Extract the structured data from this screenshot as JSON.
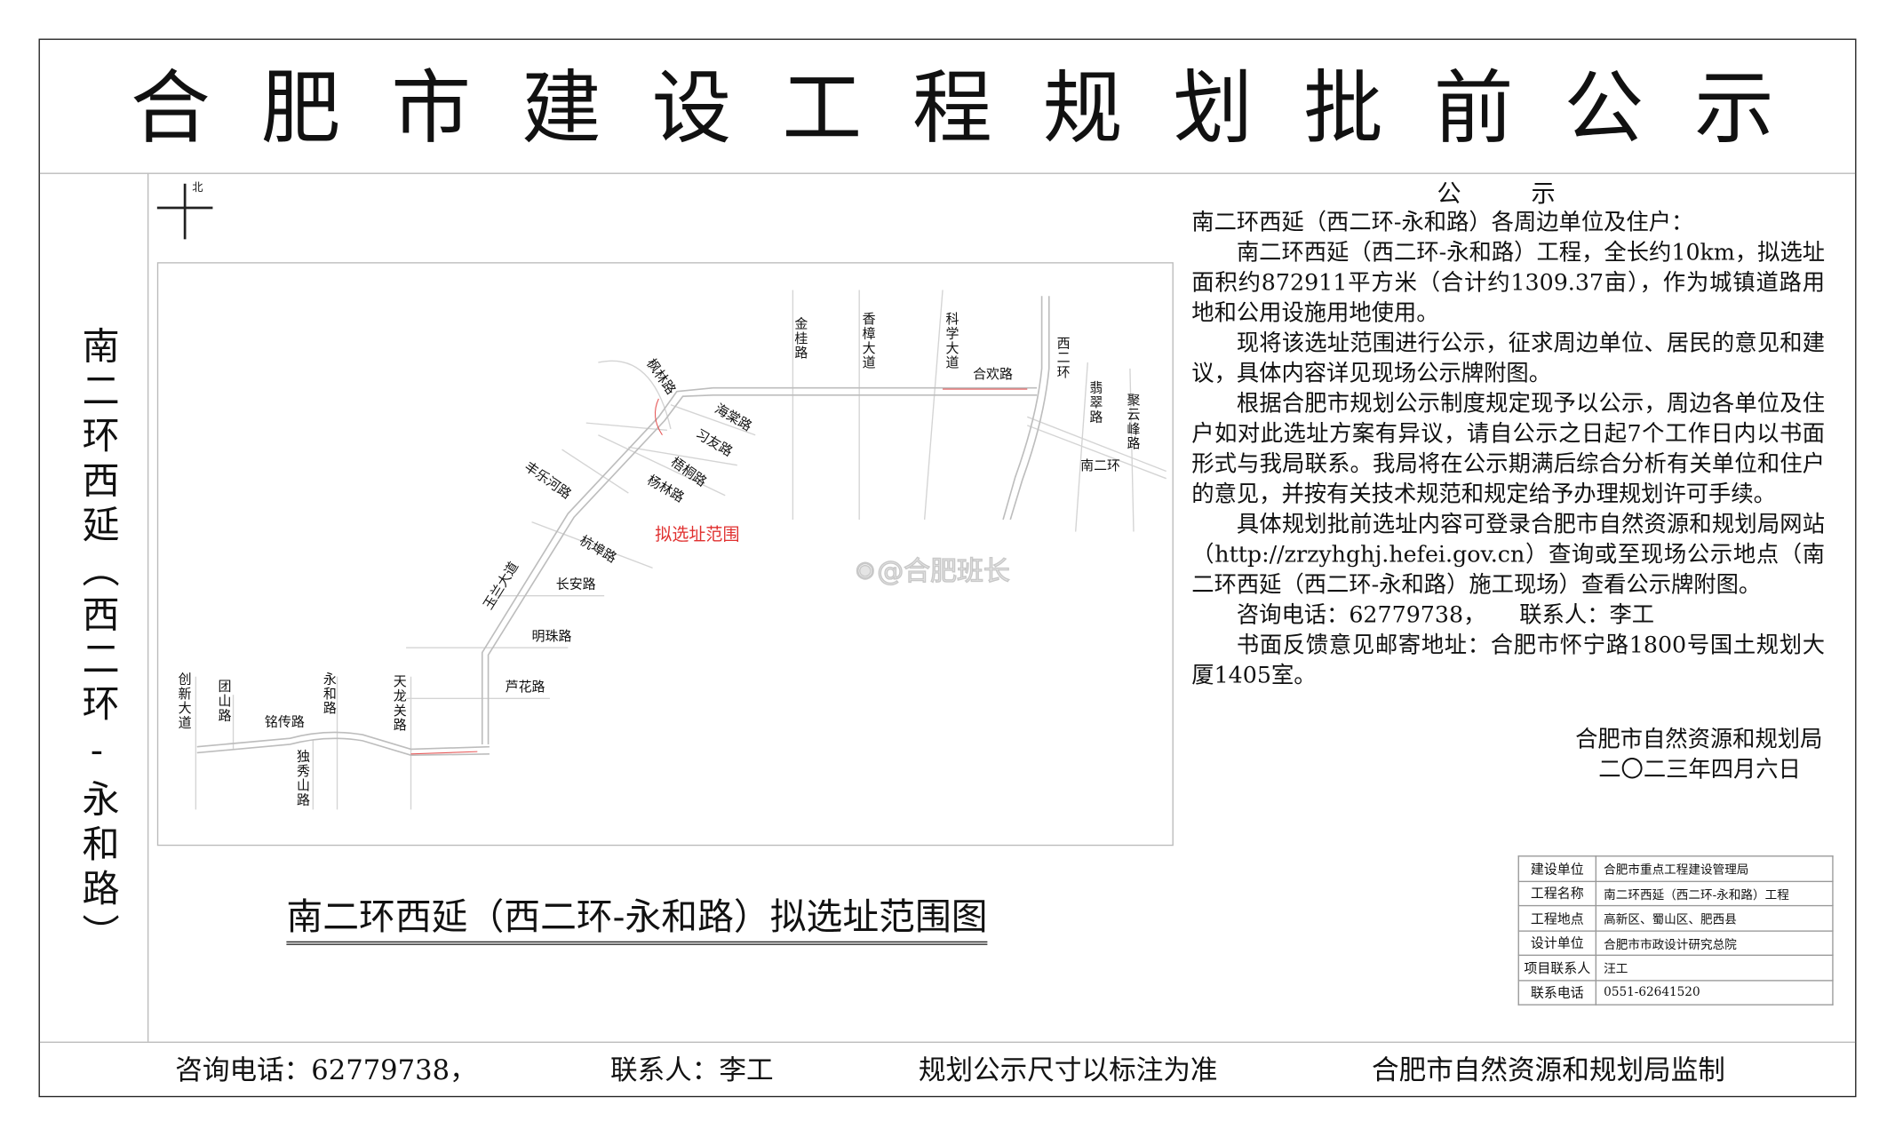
{
  "title_chars": [
    "合",
    "肥",
    "市",
    "建",
    "设",
    "工",
    "程",
    "规",
    "划",
    "批",
    "前",
    "公",
    "示"
  ],
  "side_title": "南二环西延（西二环-永和路）",
  "map": {
    "north_label": "北",
    "range_label": "拟选址范围",
    "caption": "南二环西延（西二环-永和路）拟选址范围图",
    "watermark": "@合肥班长",
    "road_labels": [
      "金桂路",
      "香樟大道",
      "科学大道",
      "合欢路",
      "西二环",
      "翡翠路",
      "聚云峰路",
      "南二环",
      "枫林路",
      "海棠路",
      "习友路",
      "梧桐路",
      "杨林路",
      "丰乐河路",
      "杭埠路",
      "玉兰大道",
      "长安路",
      "明珠路",
      "芦花路",
      "创新大道",
      "团山路",
      "永和路",
      "天龙关路",
      "铭传路",
      "独秀山路"
    ],
    "route_color": "#e0302f"
  },
  "notice": {
    "heading": "公示",
    "salutation": "南二环西延（西二环-永和路）各周边单位及住户：",
    "paragraphs": [
      "南二环西延（西二环-永和路）工程，全长约10km，拟选址面积约872911平方米（合计约1309.37亩），作为城镇道路用地和公用设施用地使用。",
      "现将该选址范围进行公示，征求周边单位、居民的意见和建议，具体内容详见现场公示牌附图。",
      "根据合肥市规划公示制度规定现予以公示，周边各单位及住户如对此选址方案有异议，请自公示之日起7个工作日内以书面形式与我局联系。我局将在公示期满后综合分析有关单位和住户的意见，并按有关技术规范和规定给予办理规划许可手续。",
      "具体规划批前选址内容可登录合肥市自然资源和规划局网站（http://zrzyhghj.hefei.gov.cn）查询或至现场公示地点（南二环西延（西二环-永和路）施工现场）查看公示牌附图。",
      "咨询电话：62779738，　　联系人：李工",
      "书面反馈意见邮寄地址：合肥市怀宁路1800号国土规划大厦1405室。"
    ],
    "signature_org": "合肥市自然资源和规划局",
    "signature_date": "二〇二三年四月六日"
  },
  "info_table": [
    {
      "label": "建设单位",
      "value": "合肥市重点工程建设管理局"
    },
    {
      "label": "工程名称",
      "value": "南二环西延（西二环-永和路）工程"
    },
    {
      "label": "工程地点",
      "value": "高新区、蜀山区、肥西县"
    },
    {
      "label": "设计单位",
      "value": "合肥市市政设计研究总院"
    },
    {
      "label": "项目联系人",
      "value": "汪工"
    },
    {
      "label": "联系电话",
      "value": "0551-62641520"
    }
  ],
  "footer": {
    "phone": "咨询电话：62779738，",
    "contact": "联系人：李工",
    "note": "规划公示尺寸以标注为准",
    "issuer": "合肥市自然资源和规划局监制"
  }
}
